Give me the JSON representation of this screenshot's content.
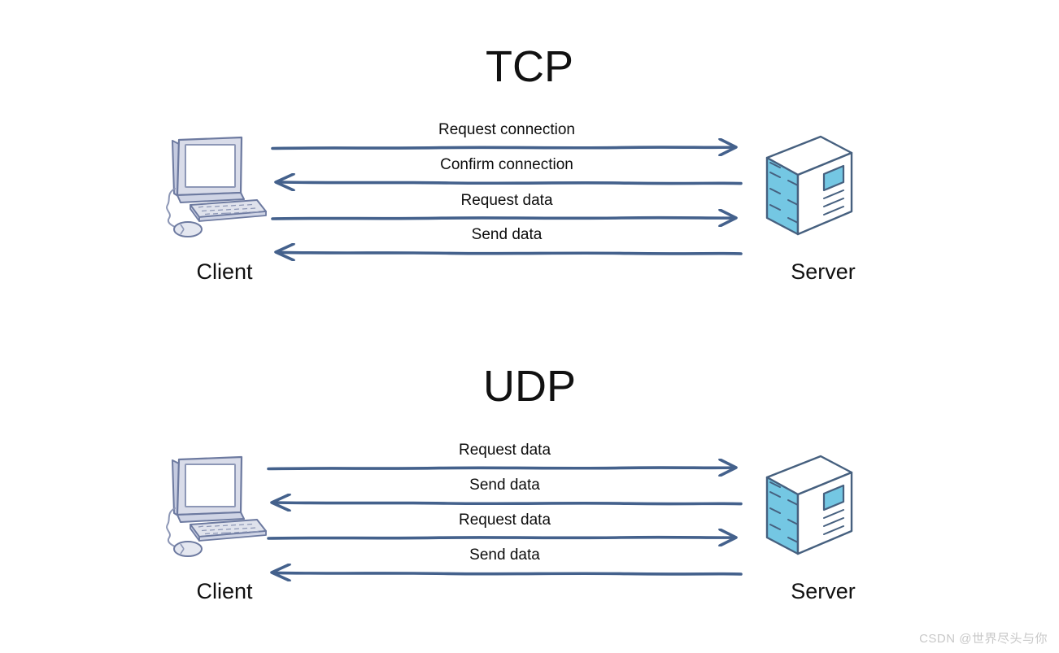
{
  "diagram": {
    "title_tcp": "TCP",
    "title_udp": "UDP",
    "background_color": "#ffffff",
    "arrow_color": "#44618c",
    "server_accent_color": "#74c7e3",
    "client_accent_color": "#c5cbe0",
    "text_color": "#111111"
  },
  "tcp": {
    "title": "TCP",
    "client_label": "Client",
    "server_label": "Server",
    "messages": [
      {
        "label": "Request connection",
        "direction": "right"
      },
      {
        "label": "Confirm connection",
        "direction": "left"
      },
      {
        "label": "Request data",
        "direction": "right"
      },
      {
        "label": "Send data",
        "direction": "left"
      }
    ]
  },
  "udp": {
    "title": "UDP",
    "client_label": "Client",
    "server_label": "Server",
    "messages": [
      {
        "label": "Request data",
        "direction": "right"
      },
      {
        "label": "Send data",
        "direction": "left"
      },
      {
        "label": "Request data",
        "direction": "right"
      },
      {
        "label": "Send data",
        "direction": "left"
      }
    ]
  },
  "watermark": {
    "text": "CSDN @世界尽头与你"
  },
  "icons": {
    "client": "desktop-computer-icon",
    "server": "server-tower-icon"
  }
}
